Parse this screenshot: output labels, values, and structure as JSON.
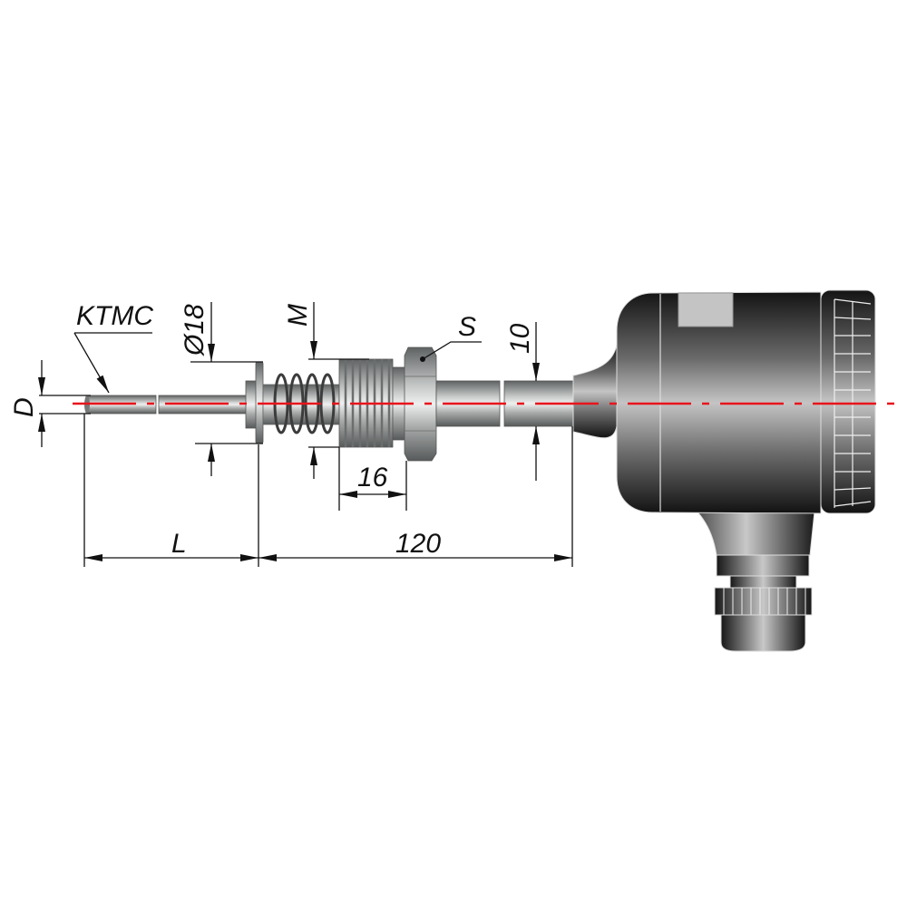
{
  "drawing": {
    "labels": {
      "sensor": "KTMC",
      "flange_diameter": "Ø18",
      "thread": "M",
      "wrench_size": "S",
      "tube_diameter": "10",
      "thread_length": "16",
      "immersion_length": "L",
      "neck_length": "120",
      "probe_diameter": "D"
    },
    "colors": {
      "centerline": "#e8141b",
      "dimension": "#111111",
      "metal": "#9a9c9c",
      "head": "#3a3a3a"
    }
  }
}
